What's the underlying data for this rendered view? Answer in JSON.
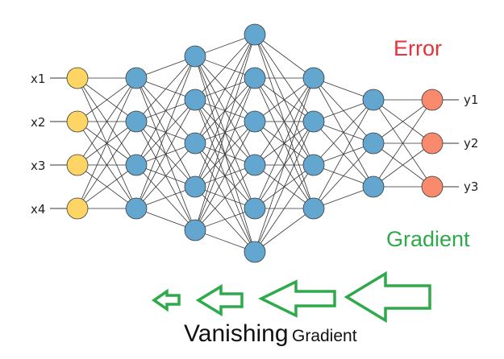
{
  "inputs": [
    "x1",
    "x2",
    "x3",
    "x4"
  ],
  "outputs": [
    "y1",
    "y2",
    "y3"
  ],
  "error_label": "Error",
  "gradient_label": "Gradient",
  "caption": {
    "main": "Vanishing",
    "sub": "Gradient"
  },
  "network": {
    "layer_sizes": [
      4,
      4,
      5,
      6,
      4,
      3,
      3
    ],
    "colors": {
      "input": "#fcd565",
      "hidden": "#63a7d0",
      "output": "#f98a6d",
      "edge": "#333333",
      "arrow": "#2eaa4c"
    }
  }
}
